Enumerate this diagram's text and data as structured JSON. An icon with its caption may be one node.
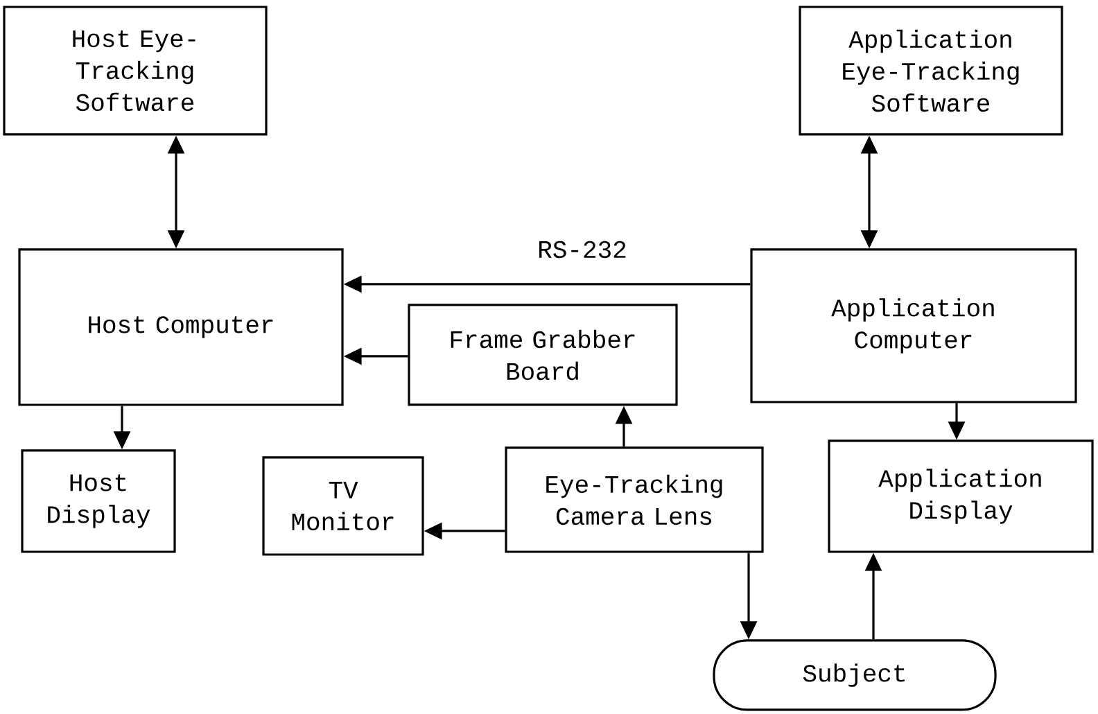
{
  "diagram": {
    "nodes": [
      {
        "text": [
          "Host Eye-Tracking Software"
        ]
      },
      {
        "text": [
          "Application Eye-Tracking Software"
        ]
      },
      {
        "text": [
          "Host Computer"
        ]
      },
      {
        "text": [
          "Application Computer"
        ]
      },
      {
        "text": [
          "Frame Grabber Board"
        ]
      },
      {
        "text": [
          "Host Display"
        ]
      },
      {
        "text": [
          "TV Monitor"
        ]
      },
      {
        "text": [
          "Eye-Tracking Camera Lens"
        ]
      },
      {
        "text": [
          "Application Display"
        ]
      },
      {
        "text": [
          "Subject"
        ]
      }
    ],
    "edges": [
      {
        "from": 0,
        "to": 2,
        "arrow": "both"
      },
      {
        "from": 1,
        "to": 3,
        "arrow": "both"
      },
      {
        "from": 3,
        "to": 2,
        "arrow": "to",
        "label": "RS-232"
      },
      {
        "from": 4,
        "to": 2,
        "arrow": "to"
      },
      {
        "from": 2,
        "to": 5,
        "arrow": "to"
      },
      {
        "from": 3,
        "to": 8,
        "arrow": "to"
      },
      {
        "from": 7,
        "to": 4,
        "arrow": "to"
      },
      {
        "from": 7,
        "to": 6,
        "arrow": "to"
      },
      {
        "from": 7,
        "to": 9,
        "arrow": "to"
      },
      {
        "from": 9,
        "to": 8,
        "arrow": "to"
      }
    ]
  }
}
